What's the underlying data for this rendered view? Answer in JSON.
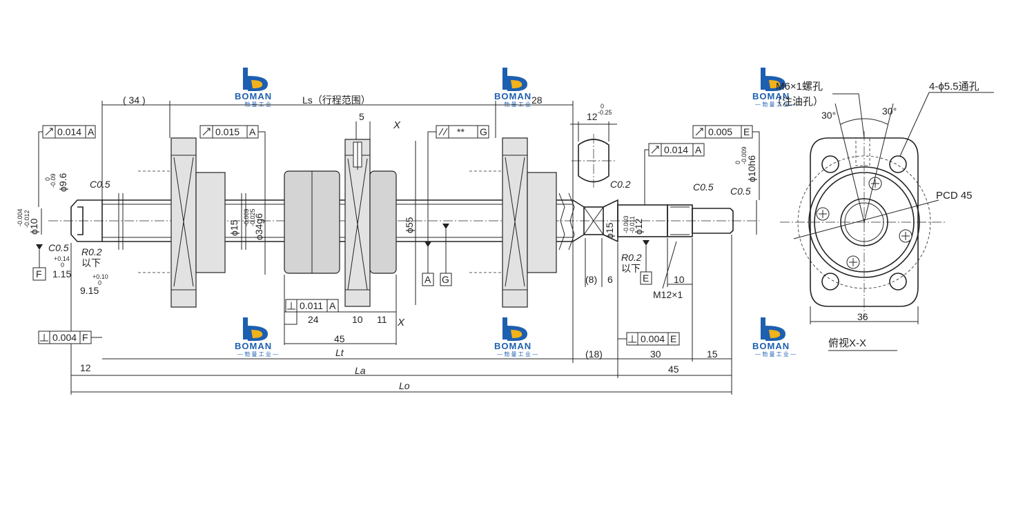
{
  "brand": {
    "name": "BOMAN",
    "subtitle": "— 勃 曼 工 业 —"
  },
  "colors": {
    "brand_blue": "#1d5fb0",
    "brand_yellow": "#f2b21a",
    "body_fill": "#d4d4d4"
  },
  "labels": {
    "dim_34": "( 34 )",
    "ls": "Ls（行程范围）",
    "dim_28": "28",
    "dim_12_tol": "12",
    "tol_12_up": "0",
    "tol_12_lo": "-0.25",
    "dim_5": "5",
    "x_mark": "X",
    "fc_runout_1_val": "0.014",
    "fc_runout_1_ref": "A",
    "fc_runout_2_val": "0.015",
    "fc_runout_2_ref": "A",
    "fc_parallel_val": "**",
    "fc_parallel_ref": "G",
    "fc_runout_3_val": "0.005",
    "fc_runout_3_ref": "E",
    "fc_runout_4_val": "0.014",
    "fc_runout_4_ref": "A",
    "fc_perp_1_val": "0.011",
    "fc_perp_1_ref": "A",
    "fc_perp_2_val": "0.004",
    "fc_perp_2_ref": "F",
    "fc_perp_3_val": "0.004",
    "fc_perp_3_ref": "E",
    "d96": "ϕ9.6",
    "d96_up": "0",
    "d96_lo": "-0.09",
    "d10": "ϕ10",
    "d10_up": "-0.004",
    "d10_lo": "-0.012",
    "c05_a": "C0.5",
    "c05_b": "C0.5",
    "c05_c": "C0.5",
    "c05_d": "C0.5",
    "c02": "C0.2",
    "r02_a": "R0.2",
    "yixia_a": "以下",
    "r02_b": "R0.2",
    "yixia_b": "以下",
    "dim_115": "1.15",
    "dim_115_up": "+0.14",
    "dim_115_lo": "0",
    "dim_915": "9.15",
    "dim_915_up": "+0.10",
    "dim_915_lo": "0",
    "datum_f": "F",
    "datum_a": "A",
    "datum_g": "G",
    "datum_e": "E",
    "d15_a": "ϕ15",
    "d34": "ϕ34g6",
    "d34_up": "-0.009",
    "d34_lo": "-0.025",
    "d55": "ϕ55",
    "d15_b": "ϕ15",
    "d12": "ϕ12",
    "d12_up": "-0.003",
    "d12_lo": "-0.011",
    "d10h6": "ϕ10h6",
    "d10h6_up": "0",
    "d10h6_lo": "-0.009",
    "dim_24": "24",
    "dim_10a": "10",
    "dim_11": "11",
    "dim_45a": "45",
    "lt": "Lt",
    "dim_8": "(8)",
    "dim_6": "6",
    "dim_10b": "10",
    "m12": "M12×1",
    "dim_12": "12",
    "la": "La",
    "dim_18": "(18)",
    "dim_30": "30",
    "dim_15": "15",
    "dim_45b": "45",
    "lo": "Lo",
    "m6": "M6×1螺孔",
    "oil": "（注油孔）",
    "holes": "4-ϕ5.5通孔",
    "ang_a": "30°",
    "ang_b": "30°",
    "pcd": "PCD 45",
    "dim_36": "36",
    "view": "俯视X-X"
  }
}
